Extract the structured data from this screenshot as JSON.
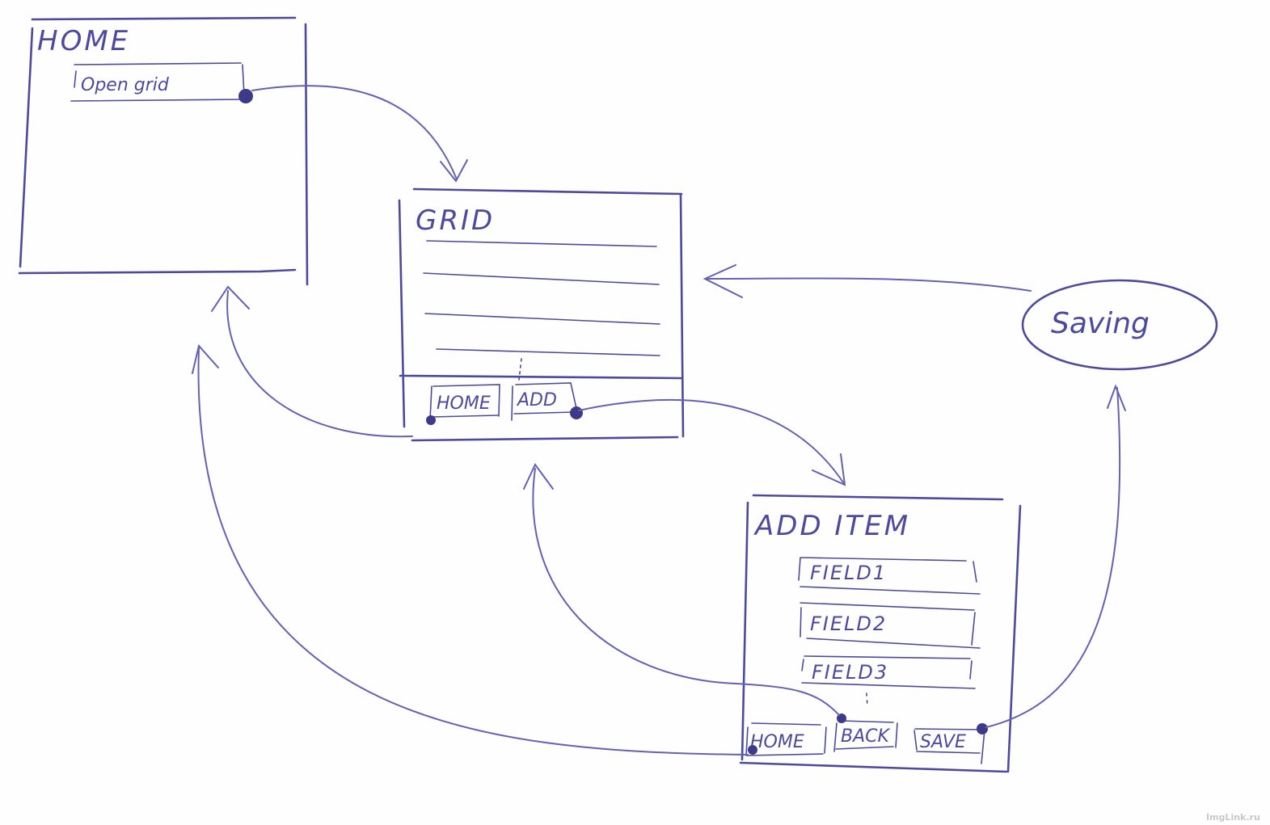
{
  "screens": {
    "home": {
      "title": "HOME",
      "button": "Open grid"
    },
    "grid": {
      "title": "GRID",
      "buttons": [
        "HOME",
        "ADD"
      ]
    },
    "add_item": {
      "title": "ADD ITEM",
      "fields": [
        "FIELD1",
        "FIELD2",
        "FIELD3"
      ],
      "buttons": [
        "HOME",
        "BACK",
        "SAVE"
      ]
    }
  },
  "states": {
    "saving": "Saving"
  },
  "watermark": "ImgLink.ru",
  "colors": {
    "ink": "#4d4a9e",
    "arrow": "#6461b4"
  }
}
